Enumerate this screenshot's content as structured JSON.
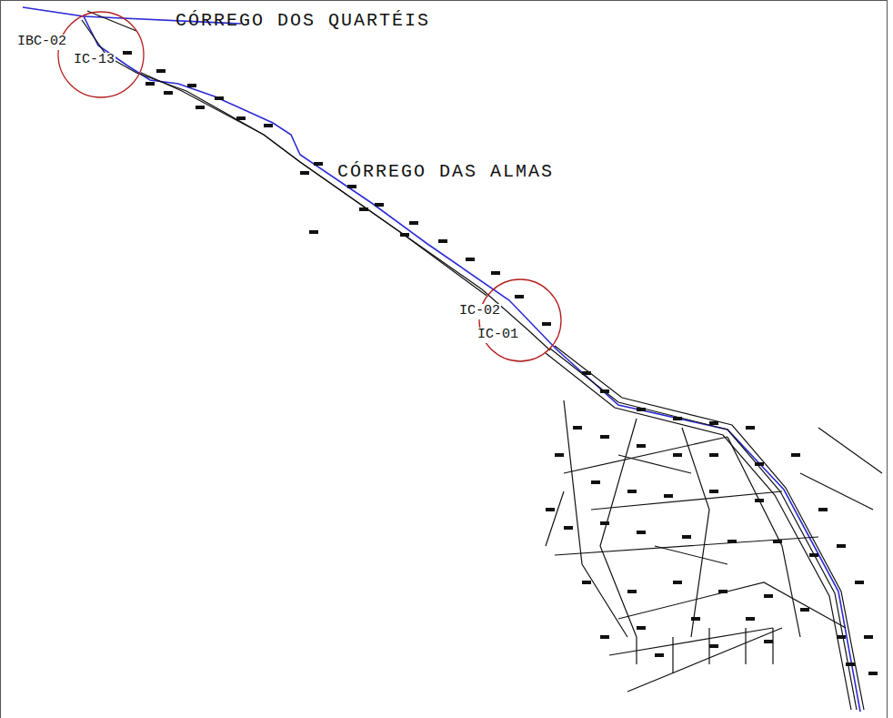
{
  "diagram": {
    "nodes": [
      {
        "text": [
          "IBC-02",
          "IC-13"
        ]
      },
      {
        "text": [
          "IC-02",
          "IC-01"
        ]
      }
    ],
    "edges": [
      {
        "from": 0,
        "to": 1,
        "arrow": "none"
      }
    ],
    "labels": [
      "CÓRREGO DOS QUARTÉIS",
      "CÓRREGO DAS ALMAS"
    ]
  }
}
